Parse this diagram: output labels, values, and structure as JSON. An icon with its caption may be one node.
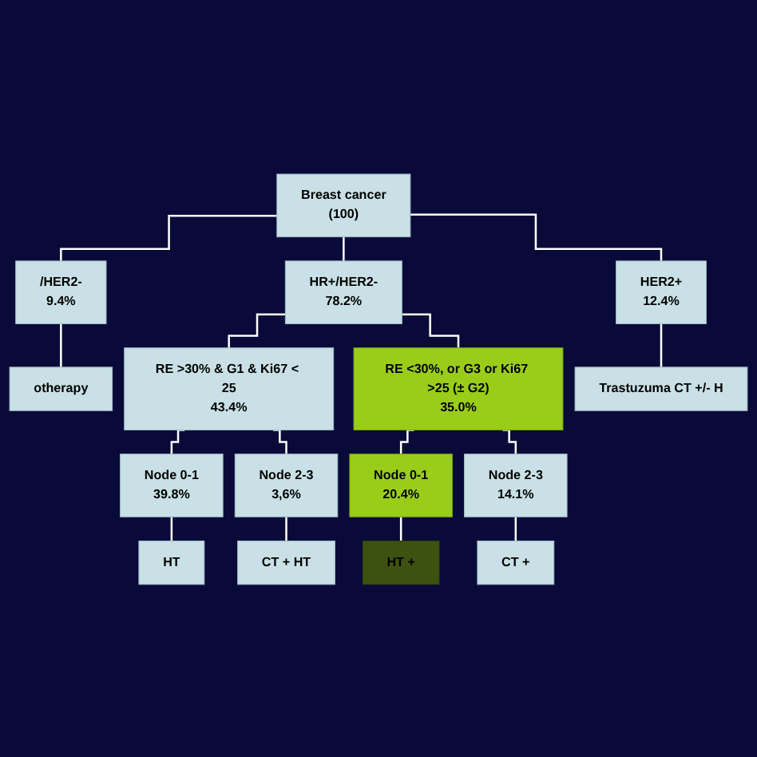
{
  "diagram": {
    "nodes": [
      {
        "text": [
          "Breast cancer",
          "(100)"
        ]
      },
      {
        "text": [
          "/HER2-",
          "9.4%"
        ]
      },
      {
        "text": [
          "HR+/HER2-",
          "78.2%"
        ]
      },
      {
        "text": [
          "HER2+",
          "12.4%"
        ]
      },
      {
        "text": [
          "otherapy"
        ]
      },
      {
        "text": [
          "RE >30% & G1 & Ki67 < 25",
          "43.4%"
        ]
      },
      {
        "text": [
          "RE <30%, or G3 or Ki67 >25 (± G2)",
          "35.0%"
        ]
      },
      {
        "text": [
          "Trastuzuma CT +/- H"
        ]
      },
      {
        "text": [
          "Node 0-1",
          "39.8%"
        ]
      },
      {
        "text": [
          "HT"
        ]
      },
      {
        "text": [
          "Node 2-3",
          "3,6%"
        ]
      },
      {
        "text": [
          "CT + HT"
        ]
      },
      {
        "text": [
          "Node 0-1",
          "20.4%"
        ]
      },
      {
        "text": [
          "HT +"
        ]
      },
      {
        "text": [
          "Node 2-3",
          "14.1%"
        ]
      },
      {
        "text": [
          "CT +"
        ]
      }
    ],
    "edges": [
      {
        "from": 0,
        "to": 1,
        "arrow": "none"
      },
      {
        "from": 0,
        "to": 2,
        "arrow": "none"
      },
      {
        "from": 0,
        "to": 3,
        "arrow": "none"
      },
      {
        "from": 1,
        "to": 4,
        "arrow": "none"
      },
      {
        "from": 2,
        "to": 5,
        "arrow": "none"
      },
      {
        "from": 2,
        "to": 6,
        "arrow": "none"
      },
      {
        "from": 3,
        "to": 7,
        "arrow": "none"
      },
      {
        "from": 5,
        "to": 8,
        "arrow": "none"
      },
      {
        "from": 5,
        "to": 10,
        "arrow": "none"
      },
      {
        "from": 8,
        "to": 9,
        "arrow": "none"
      },
      {
        "from": 10,
        "to": 11,
        "arrow": "none"
      },
      {
        "from": 6,
        "to": 12,
        "arrow": "none"
      },
      {
        "from": 6,
        "to": 14,
        "arrow": "none"
      },
      {
        "from": 12,
        "to": 13,
        "arrow": "none"
      },
      {
        "from": 14,
        "to": 15,
        "arrow": "none"
      }
    ]
  }
}
